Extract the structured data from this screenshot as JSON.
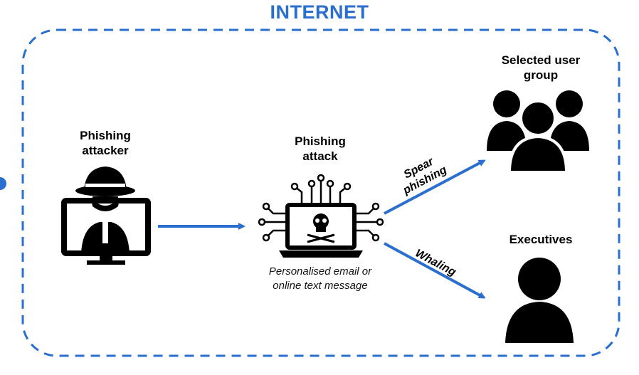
{
  "title": "INTERNET",
  "nodes": {
    "attacker": {
      "label_line1": "Phishing",
      "label_line2": "attacker"
    },
    "attack": {
      "label_line1": "Phishing",
      "label_line2": "attack",
      "caption_line1": "Personalised email or",
      "caption_line2": "online text message"
    },
    "group": {
      "label_line1": "Selected user",
      "label_line2": "group"
    },
    "executives": {
      "label": "Executives"
    }
  },
  "edges": {
    "spear": {
      "label_line1": "Spear",
      "label_line2": "phishing"
    },
    "whaling": {
      "label": "Whaling"
    }
  },
  "colors": {
    "accent": "#2a6fcf",
    "ink": "#111111"
  },
  "icons": [
    "spy-icon",
    "monitor-icon",
    "laptop-skull-icon",
    "user-group-icon",
    "executive-icon"
  ]
}
